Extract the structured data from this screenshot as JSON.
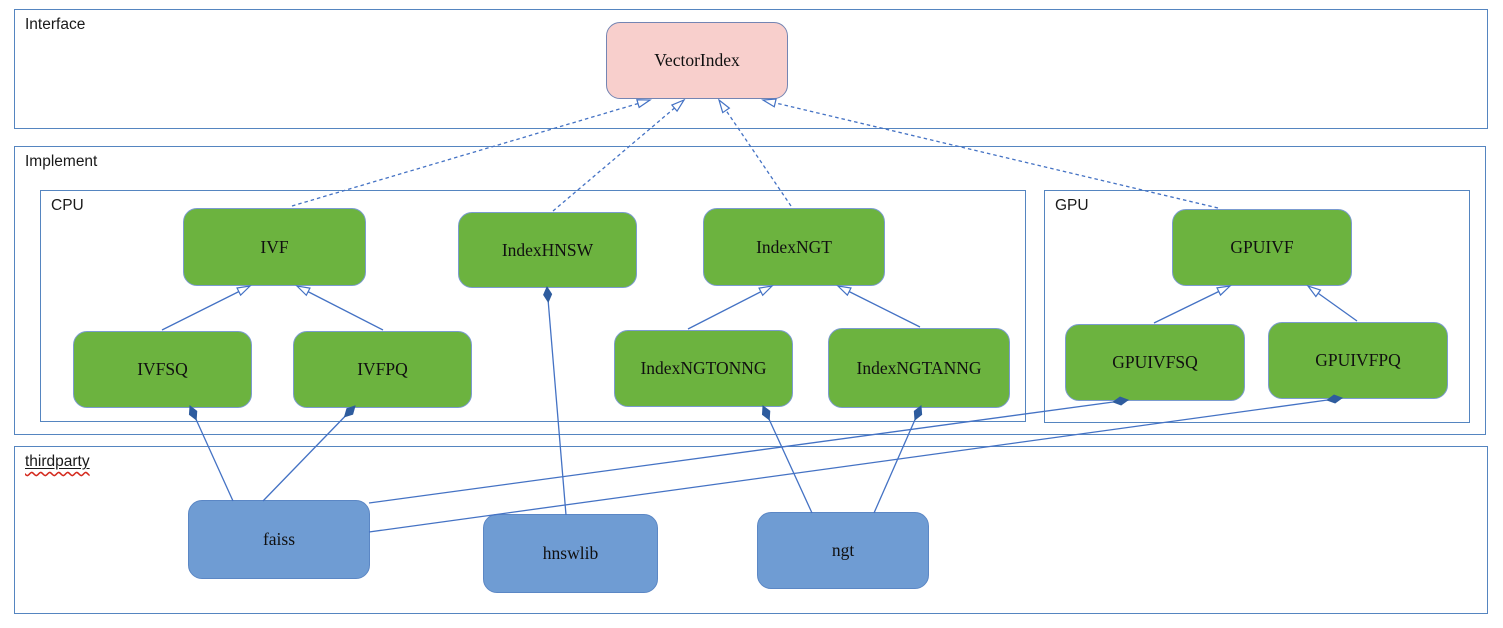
{
  "sections": {
    "interface": {
      "label": "Interface"
    },
    "implement": {
      "label": "Implement"
    },
    "cpu": {
      "label": "CPU"
    },
    "gpu": {
      "label": "GPU"
    },
    "thirdparty": {
      "label": "thirdparty"
    }
  },
  "nodes": {
    "vectorindex": {
      "label": "VectorIndex",
      "kind": "interface"
    },
    "ivf": {
      "label": "IVF",
      "kind": "class"
    },
    "ivfsq": {
      "label": "IVFSQ",
      "kind": "class"
    },
    "ivfpq": {
      "label": "IVFPQ",
      "kind": "class"
    },
    "indexhnsw": {
      "label": "IndexHNSW",
      "kind": "class"
    },
    "indexngt": {
      "label": "IndexNGT",
      "kind": "class"
    },
    "indexngtonng": {
      "label": "IndexNGTONNG",
      "kind": "class"
    },
    "indexngtanng": {
      "label": "IndexNGTANNG",
      "kind": "class"
    },
    "gpuivf": {
      "label": "GPUIVF",
      "kind": "class"
    },
    "gpuivfsq": {
      "label": "GPUIVFSQ",
      "kind": "class"
    },
    "gpuivfpq": {
      "label": "GPUIVFPQ",
      "kind": "class"
    },
    "faiss": {
      "label": "faiss",
      "kind": "thirdparty-library"
    },
    "hnswlib": {
      "label": "hnswlib",
      "kind": "thirdparty-library"
    },
    "ngt": {
      "label": "ngt",
      "kind": "thirdparty-library"
    }
  },
  "relations": [
    {
      "from": "IVF",
      "to": "VectorIndex",
      "kind": "realization-dashed-hollow-arrow"
    },
    {
      "from": "IndexHNSW",
      "to": "VectorIndex",
      "kind": "realization-dashed-hollow-arrow"
    },
    {
      "from": "IndexNGT",
      "to": "VectorIndex",
      "kind": "realization-dashed-hollow-arrow"
    },
    {
      "from": "GPUIVF",
      "to": "VectorIndex",
      "kind": "realization-dashed-hollow-arrow"
    },
    {
      "from": "IVFSQ",
      "to": "IVF",
      "kind": "generalization-hollow-arrow"
    },
    {
      "from": "IVFPQ",
      "to": "IVF",
      "kind": "generalization-hollow-arrow"
    },
    {
      "from": "IndexNGTONNG",
      "to": "IndexNGT",
      "kind": "generalization-hollow-arrow"
    },
    {
      "from": "IndexNGTANNG",
      "to": "IndexNGT",
      "kind": "generalization-hollow-arrow"
    },
    {
      "from": "GPUIVFSQ",
      "to": "GPUIVF",
      "kind": "generalization-hollow-arrow"
    },
    {
      "from": "GPUIVFPQ",
      "to": "GPUIVF",
      "kind": "generalization-hollow-arrow"
    },
    {
      "from": "IVFSQ",
      "to": "faiss",
      "kind": "composition-filled-diamond"
    },
    {
      "from": "IVFPQ",
      "to": "faiss",
      "kind": "composition-filled-diamond"
    },
    {
      "from": "GPUIVFSQ",
      "to": "faiss",
      "kind": "composition-filled-diamond"
    },
    {
      "from": "GPUIVFPQ",
      "to": "faiss",
      "kind": "composition-filled-diamond"
    },
    {
      "from": "IndexHNSW",
      "to": "hnswlib",
      "kind": "composition-filled-diamond"
    },
    {
      "from": "IndexNGTONNG",
      "to": "ngt",
      "kind": "composition-filled-diamond"
    },
    {
      "from": "IndexNGTANNG",
      "to": "ngt",
      "kind": "composition-filled-diamond"
    }
  ],
  "colors": {
    "interface_fill": "#f8cfcc",
    "class_fill": "#6cb33f",
    "library_fill": "#6f9cd3",
    "connector": "#4472c4",
    "frame_border": "#5585c0",
    "diamond": "#2e5c9e",
    "spellcheck_squiggle": "#d42a1e"
  }
}
